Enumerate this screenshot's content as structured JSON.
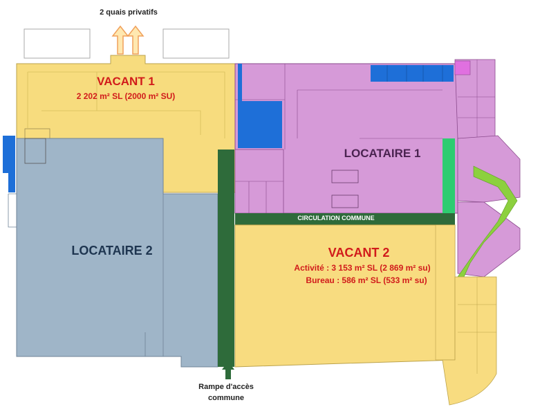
{
  "top_label": "2 quais privatifs",
  "bottom_label_line1": "Rampe d'accès",
  "bottom_label_line2": "commune",
  "zones": {
    "vacant1": {
      "title": "VACANT 1",
      "area": "2 202 m² SL (2000 m² SU)",
      "color": "#f7dc7e"
    },
    "vacant2": {
      "title": "VACANT 2",
      "activite": "Activité : 3 153 m² SL (2 869 m² su)",
      "bureau": "Bureau : 586 m² SL (533 m² su)",
      "color": "#f8dc80"
    },
    "locataire1": {
      "title": "LOCATAIRE 1",
      "color": "#d69ad8"
    },
    "locataire2": {
      "title": "LOCATAIRE 2",
      "color": "#9fb5c8"
    },
    "circulation": {
      "title": "CIRCULATION COMMUNE",
      "color": "#2e6b3a"
    }
  },
  "colors": {
    "label_red": "#d11b1b",
    "label_dark": "#2b2d42",
    "arrow_fill": "#ffe8b0",
    "arrow_stroke": "#f0a05a",
    "blue": "#1e6fd8",
    "lime": "#8cd03e",
    "teal": "#2ecc71"
  }
}
